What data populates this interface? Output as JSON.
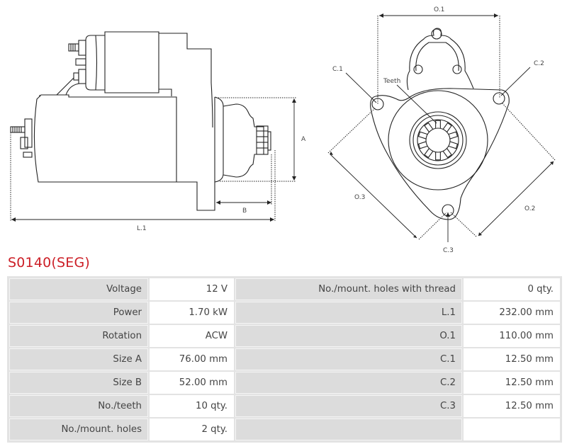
{
  "product": {
    "code": "S0140(SEG)",
    "accent_color": "#cc1f27"
  },
  "drawing": {
    "side_view_labels": {
      "A": "A",
      "B": "B",
      "L1": "L.1"
    },
    "front_view_labels": {
      "O1": "O.1",
      "O2": "O.2",
      "O3": "O.3",
      "C1": "C.1",
      "C2": "C.2",
      "C3": "C.3",
      "teeth": "Teeth"
    }
  },
  "specs": {
    "rows": [
      {
        "left_label": "Voltage",
        "left_value": "12 V",
        "right_label": "No./mount. holes with thread",
        "right_value": "0 qty."
      },
      {
        "left_label": "Power",
        "left_value": "1.70 kW",
        "right_label": "L.1",
        "right_value": "232.00 mm"
      },
      {
        "left_label": "Rotation",
        "left_value": "ACW",
        "right_label": "O.1",
        "right_value": "110.00 mm"
      },
      {
        "left_label": "Size A",
        "left_value": "76.00 mm",
        "right_label": "C.1",
        "right_value": "12.50 mm"
      },
      {
        "left_label": "Size B",
        "left_value": "52.00 mm",
        "right_label": "C.2",
        "right_value": "12.50 mm"
      },
      {
        "left_label": "No./teeth",
        "left_value": "10 qty.",
        "right_label": "C.3",
        "right_value": "12.50 mm"
      },
      {
        "left_label": "No./mount. holes",
        "left_value": "2 qty.",
        "right_label": "",
        "right_value": ""
      }
    ]
  }
}
